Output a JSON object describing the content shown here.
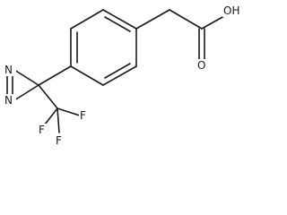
{
  "structure": {
    "atoms": {
      "N_top": "N",
      "N_bottom": "N",
      "F_left": "F",
      "F_right": "F",
      "F_bottom": "F",
      "O_carbonyl": "O",
      "OH": "OH"
    }
  }
}
